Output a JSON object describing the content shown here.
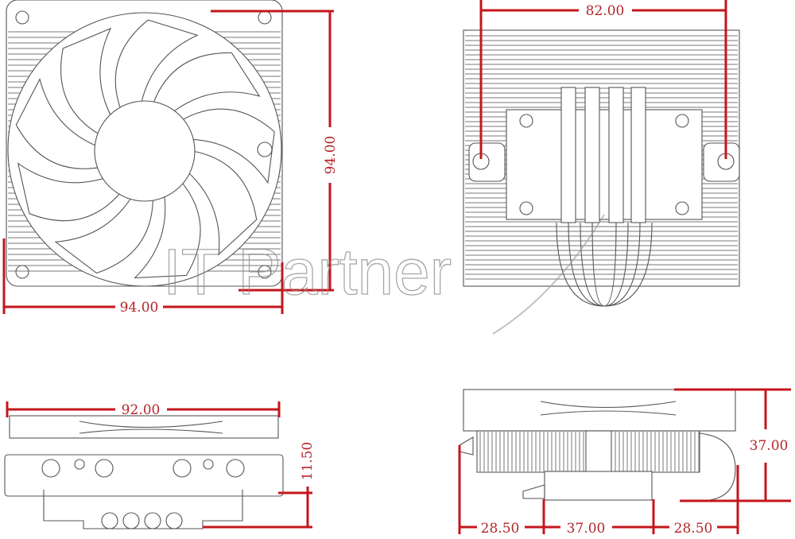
{
  "watermark": {
    "text": "IT Partner"
  },
  "views": {
    "top_fan_view": {
      "height_label": "94.00",
      "width_label": "94.00"
    },
    "top_heatsink_view": {
      "mount_spacing_label": "82.00"
    },
    "front_view": {
      "width_label": "92.00",
      "clearance_label": "11.50"
    },
    "side_view": {
      "height_label": "37.00",
      "offset_left_label": "28.50",
      "base_label": "37.00",
      "offset_right_label": "28.50"
    }
  },
  "colors": {
    "dimension": "#c4161c",
    "outline": "#555555"
  }
}
